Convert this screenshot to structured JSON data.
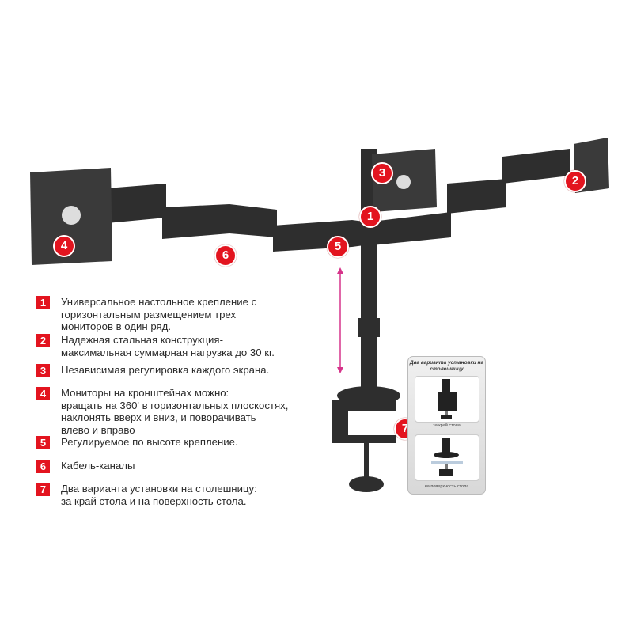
{
  "features": [
    {
      "num": "1",
      "text": "Универсальное настольное крепление с\nгоризонтальным размещением трех\nмониторов в один ряд."
    },
    {
      "num": "2",
      "text": "Надежная стальная конструкция-\nмаксимальная суммарная нагрузка  до 30 кг."
    },
    {
      "num": "3",
      "text": "Независимая регулировка каждого экрана."
    },
    {
      "num": "4",
      "text": "Мониторы на кронштейнах можно:\nвращать на 360' в горизонтальных плоскостях,\nнаклонять вверх и вниз, и поворачивать\nвлево и вправо"
    },
    {
      "num": "5",
      "text": "Регулируемое по высоте крепление."
    },
    {
      "num": "6",
      "text": "Кабель-каналы"
    },
    {
      "num": "7",
      "text": "Два варианта установки на столешницу:\nза край стола и на поверхность стола."
    }
  ],
  "markers": [
    "1",
    "2",
    "3",
    "4",
    "5",
    "6",
    "7"
  ],
  "inset": {
    "title": "Два варианта установки на столешницу",
    "caption_edge": "за край стола",
    "caption_surface": "на поверхность стола"
  },
  "colors": {
    "accent": "#e3141f",
    "arrow": "#d6338a",
    "metal": "#2b2b2b"
  }
}
